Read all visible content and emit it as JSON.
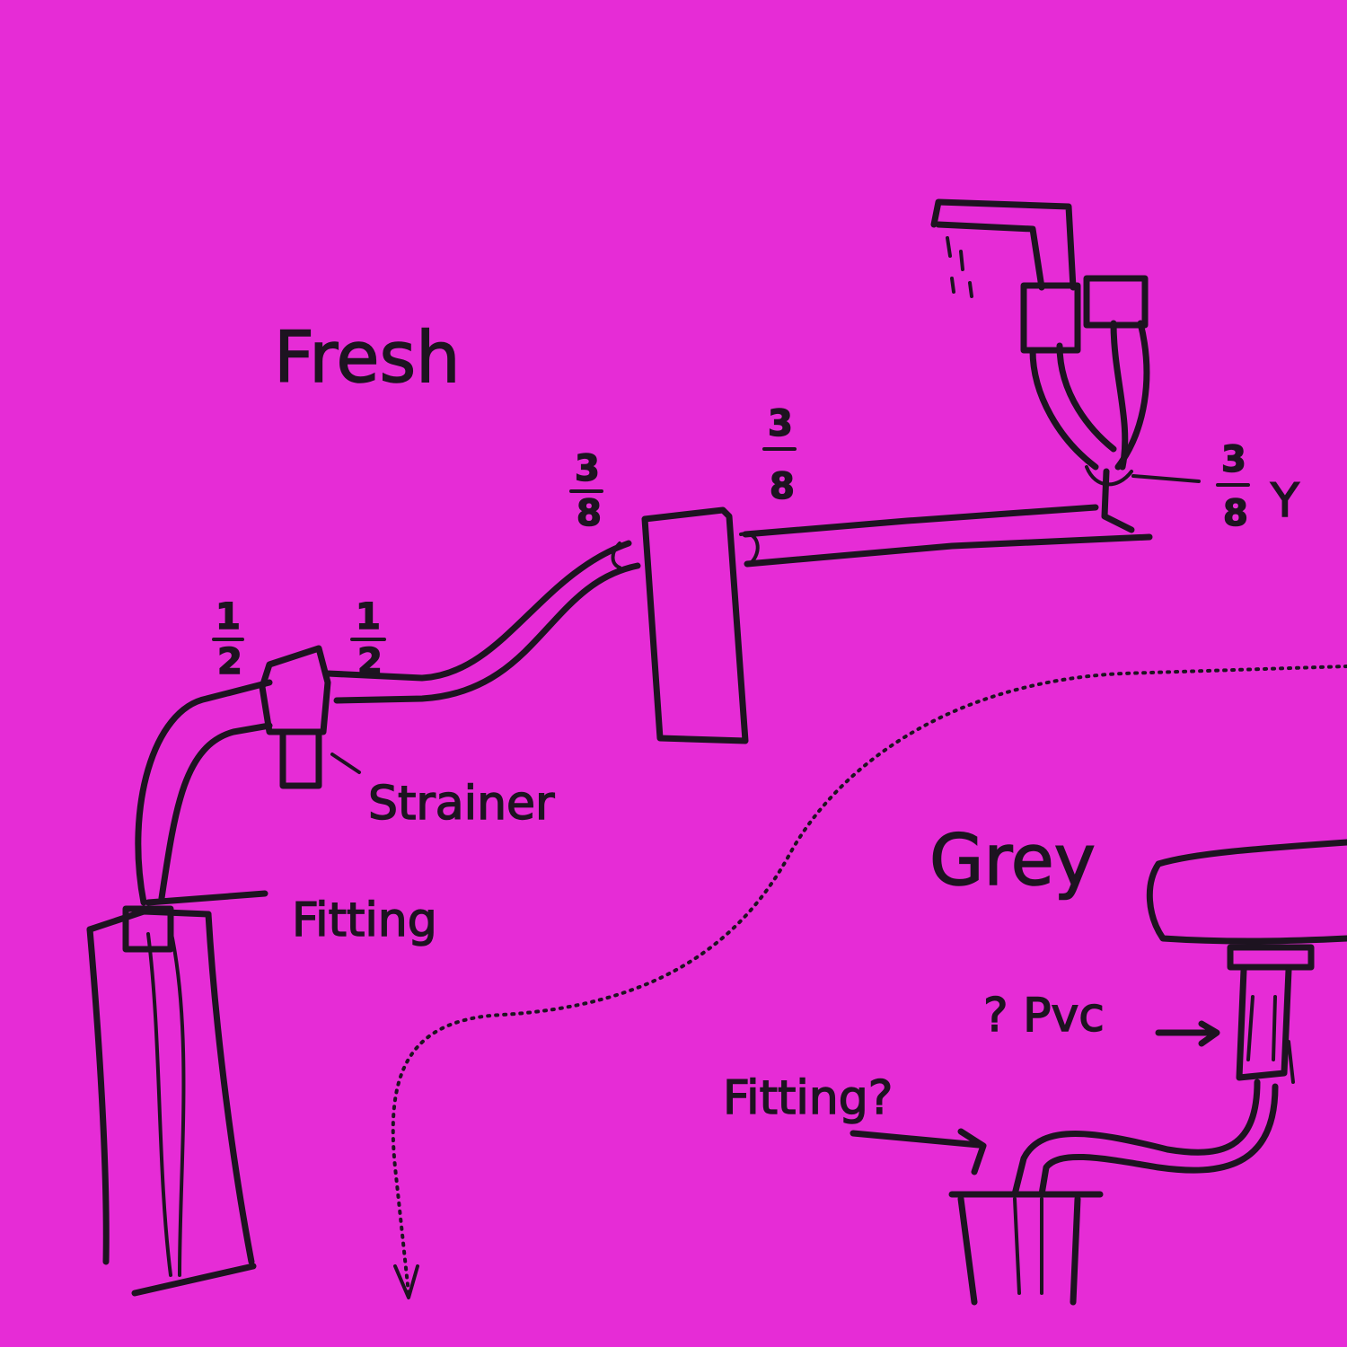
{
  "sections": {
    "fresh": "Fresh",
    "grey": "Grey"
  },
  "labels": {
    "strainer": "Strainer",
    "fitting_fresh": "Fitting",
    "fitting_grey": "Fitting?",
    "pvc": "? Pvc"
  },
  "sizes": {
    "strainer_in_num": "1",
    "strainer_in_den": "2",
    "strainer_out_num": "1",
    "strainer_out_den": "2",
    "pump_in_num": "3",
    "pump_in_den": "8",
    "pump_out_num": "3",
    "pump_out_den": "8",
    "faucet_num": "3",
    "faucet_den": "8",
    "faucet_tee": "Y"
  },
  "colors": {
    "paper": "#e62cd6",
    "ink": "#1d1320"
  }
}
